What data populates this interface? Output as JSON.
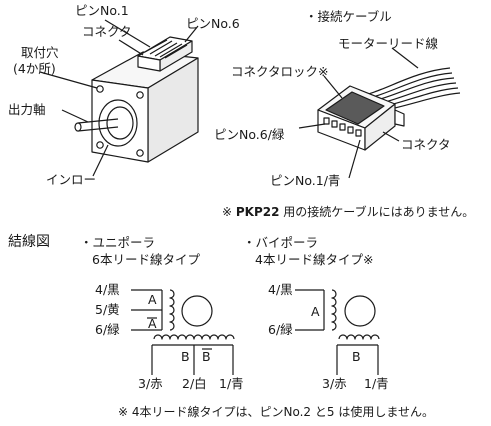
{
  "motor": {
    "pin1": "ピンNo.1",
    "pin6": "ピンNo.6",
    "connector": "コネクタ",
    "mounting_hole_1": "取付穴",
    "mounting_hole_2": "(4か所)",
    "output_shaft": "出力軸",
    "inlow": "インロー"
  },
  "cable": {
    "title": "・接続ケーブル",
    "lead_wire": "モーターリード線",
    "connector_lock": "コネクタロック※",
    "pin6_green": "ピンNo.6/緑",
    "connector": "コネクタ",
    "pin1_blue": "ピンNo.1/青"
  },
  "note_top": {
    "mark": "※",
    "model": "PKP22",
    "text": " 用の接続ケーブルにはありません。"
  },
  "wiring": {
    "title": "結線図",
    "unipolar": {
      "title1": "・ユニポーラ",
      "title2": "6本リード線タイプ",
      "w4": "4/黒",
      "w5": "5/黄",
      "w6": "6/緑",
      "phase_a": "A",
      "phase_a_bar": "A",
      "phase_b": "B",
      "phase_b_bar": "B",
      "w3": "3/赤",
      "w2": "2/白",
      "w1": "1/青"
    },
    "bipolar": {
      "title1": "・バイポーラ",
      "title2": "4本リード線タイプ※",
      "w4": "4/黒",
      "w6": "6/緑",
      "phase_a": "A",
      "phase_b": "B",
      "w3": "3/赤",
      "w1": "1/青"
    }
  },
  "note_bottom": "※ 4本リード線タイプは、ピンNo.2 と5 は使用しません。"
}
